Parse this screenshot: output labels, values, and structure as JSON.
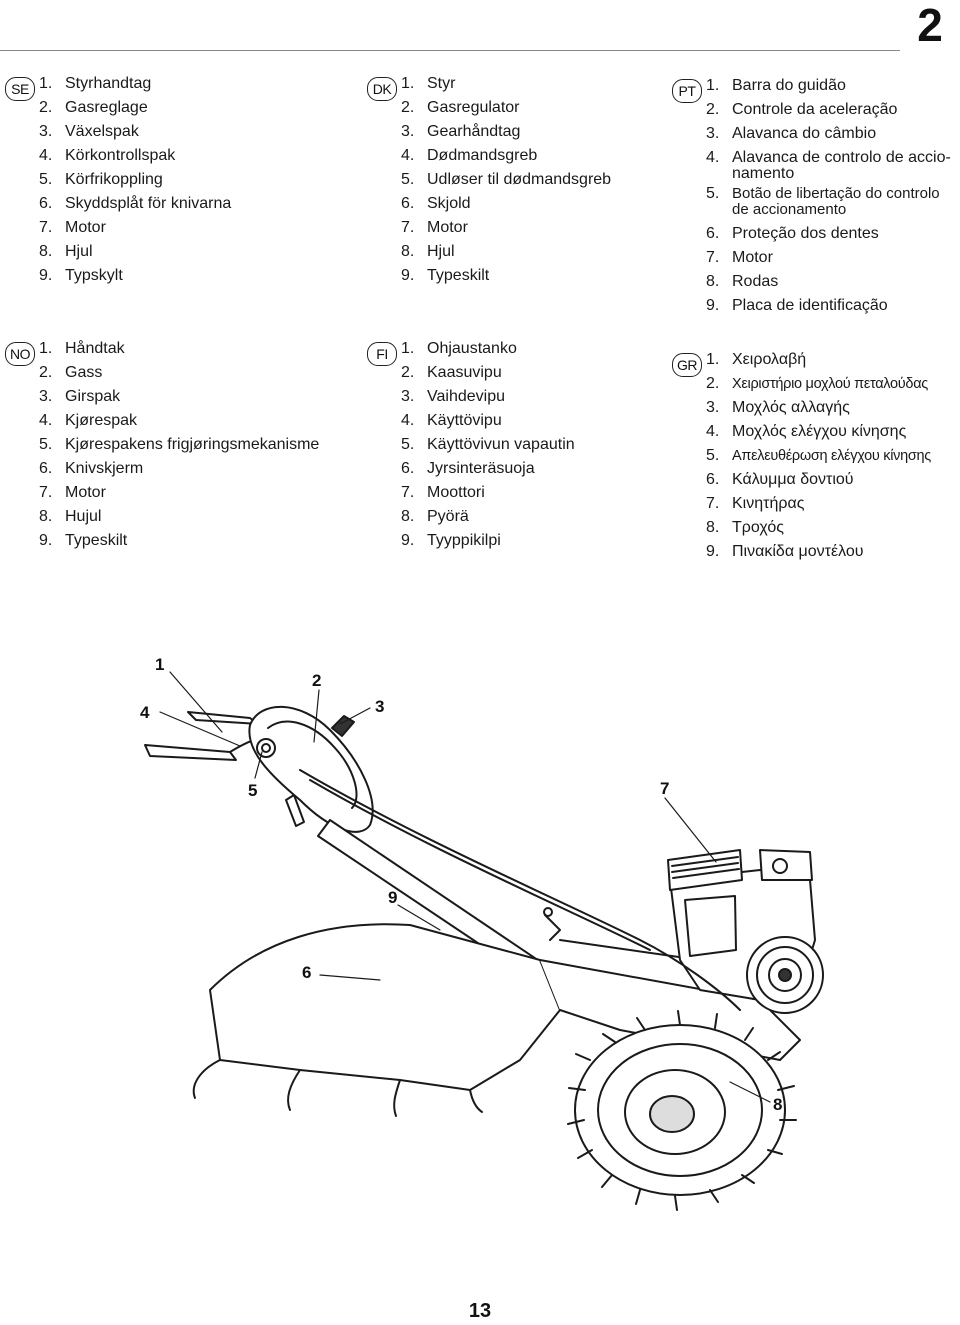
{
  "chapter_number": "2",
  "page_number": "13",
  "languages": [
    {
      "code": "SE",
      "items": [
        {
          "n": "1.",
          "t": "Styrhandtag"
        },
        {
          "n": "2.",
          "t": "Gasreglage"
        },
        {
          "n": "3.",
          "t": "Växelspak"
        },
        {
          "n": "4.",
          "t": "Körkontrollspak"
        },
        {
          "n": "5.",
          "t": "Körfrikoppling"
        },
        {
          "n": "6.",
          "t": "Skyddsplåt för knivarna"
        },
        {
          "n": "7.",
          "t": "Motor"
        },
        {
          "n": "8.",
          "t": "Hjul"
        },
        {
          "n": "9.",
          "t": "Typskylt"
        }
      ]
    },
    {
      "code": "DK",
      "items": [
        {
          "n": "1.",
          "t": "Styr"
        },
        {
          "n": "2.",
          "t": "Gasregulator"
        },
        {
          "n": "3.",
          "t": "Gearhåndtag"
        },
        {
          "n": "4.",
          "t": "Dødmandsgreb"
        },
        {
          "n": "5.",
          "t": "Udløser til dødmandsgreb"
        },
        {
          "n": "6.",
          "t": "Skjold"
        },
        {
          "n": "7.",
          "t": "Motor"
        },
        {
          "n": "8.",
          "t": "Hjul"
        },
        {
          "n": "9.",
          "t": "Typeskilt"
        }
      ]
    },
    {
      "code": "PT",
      "items": [
        {
          "n": "1.",
          "t": "Barra do guidão"
        },
        {
          "n": "2.",
          "t": "Controle da aceleração"
        },
        {
          "n": "3.",
          "t": "Alavanca do câmbio"
        },
        {
          "n": "4.",
          "t": "Alavanca de controlo de accio-\nnamento"
        },
        {
          "n": "5.",
          "t": "Botão de libertação do controlo\nde accionamento"
        },
        {
          "n": "6.",
          "t": "Proteção dos dentes"
        },
        {
          "n": "7.",
          "t": "Motor"
        },
        {
          "n": "8.",
          "t": "Rodas"
        },
        {
          "n": "9.",
          "t": "Placa de identificação"
        }
      ]
    },
    {
      "code": "NO",
      "items": [
        {
          "n": "1.",
          "t": "Håndtak"
        },
        {
          "n": "2.",
          "t": "Gass"
        },
        {
          "n": "3.",
          "t": "Girspak"
        },
        {
          "n": "4.",
          "t": "Kjørespak"
        },
        {
          "n": "5.",
          "t": "Kjørespakens frigjøringsmekanisme"
        },
        {
          "n": "6.",
          "t": "Knivskjerm"
        },
        {
          "n": "7.",
          "t": "Motor"
        },
        {
          "n": "8.",
          "t": "Hujul"
        },
        {
          "n": "9.",
          "t": "Typeskilt"
        }
      ]
    },
    {
      "code": "FI",
      "items": [
        {
          "n": "1.",
          "t": "Ohjaustanko"
        },
        {
          "n": "2.",
          "t": "Kaasuvipu"
        },
        {
          "n": "3.",
          "t": "Vaihdevipu"
        },
        {
          "n": "4.",
          "t": "Käyttövipu"
        },
        {
          "n": "5.",
          "t": "Käyttövivun vapautin"
        },
        {
          "n": "6.",
          "t": "Jyrsinteräsuoja"
        },
        {
          "n": "7.",
          "t": "Moottori"
        },
        {
          "n": "8.",
          "t": "Pyörä"
        },
        {
          "n": "9.",
          "t": "Tyyppikilpi"
        }
      ]
    },
    {
      "code": "GR",
      "items": [
        {
          "n": "1.",
          "t": "Χειρολαβή"
        },
        {
          "n": "2.",
          "t": "Χειριστήριο μοχλού πεταλούδας"
        },
        {
          "n": "3.",
          "t": "Μοχλός αλλαγής"
        },
        {
          "n": "4.",
          "t": "Μοχλός ελέγχου κίνησης"
        },
        {
          "n": "5.",
          "t": "Απελευθέρωση ελέγχου κίνησης"
        },
        {
          "n": "6.",
          "t": "Κάλυμμα δοντιού"
        },
        {
          "n": "7.",
          "t": "Κινητήρας"
        },
        {
          "n": "8.",
          "t": "Τροχός"
        },
        {
          "n": "9.",
          "t": "Πινακίδα μοντέλου"
        }
      ]
    }
  ],
  "diagram_callouts": [
    "1",
    "2",
    "3",
    "4",
    "5",
    "6",
    "7",
    "8",
    "9"
  ]
}
